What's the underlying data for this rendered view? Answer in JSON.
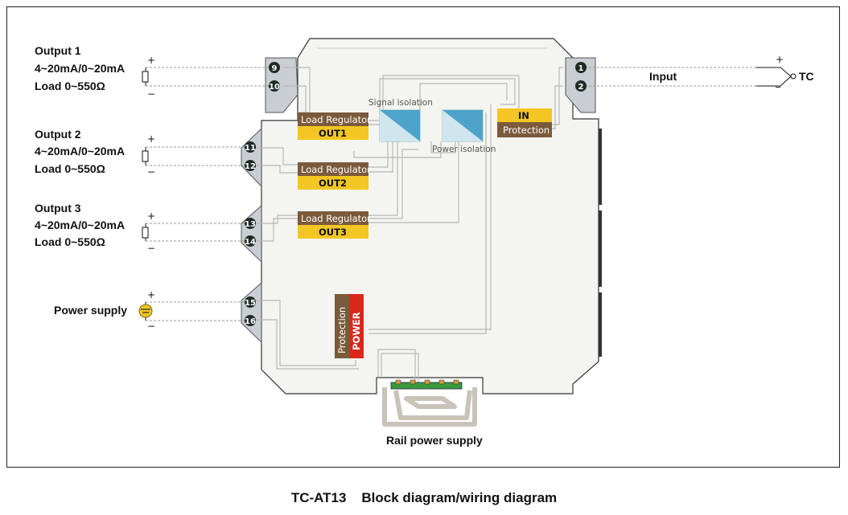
{
  "outputs": [
    {
      "title": "Output 1",
      "range": "4~20mA/0~20mA",
      "load": "Load 0~550Ω",
      "term_plus": "9",
      "term_minus": "10"
    },
    {
      "title": "Output 2",
      "range": "4~20mA/0~20mA",
      "load": "Load 0~550Ω",
      "term_plus": "11",
      "term_minus": "12"
    },
    {
      "title": "Output 3",
      "range": "4~20mA/0~20mA",
      "load": "Load 0~550Ω",
      "term_plus": "13",
      "term_minus": "14"
    }
  ],
  "power": {
    "label": "Power supply",
    "term_plus": "15",
    "term_minus": "16"
  },
  "input": {
    "label": "Input",
    "sensor": "TC",
    "term_plus": "1",
    "term_minus": "2"
  },
  "signs": {
    "plus": "+",
    "minus": "−",
    "minus_alt": "_"
  },
  "blocks": {
    "load_regulator": "Load Regulator",
    "out1": "OUT1",
    "out2": "OUT2",
    "out3": "OUT3",
    "signal_isolation": "Signal isolation",
    "power_isolation": "Power isolation",
    "in": "IN",
    "in_protection": "Protection",
    "pwr_protection": "Protection",
    "pwr_power": "POWER"
  },
  "rail": "Rail power supply",
  "caption": {
    "model": "TC-AT13",
    "title": "Block diagram/wiring diagram"
  },
  "colors": {
    "brown": "#7b5a3c",
    "yellow": "#f3c623",
    "red": "#d9271c",
    "isolator": "#4da3c9",
    "housing": "#f4f4f0",
    "terminal": "#1e2a24"
  }
}
